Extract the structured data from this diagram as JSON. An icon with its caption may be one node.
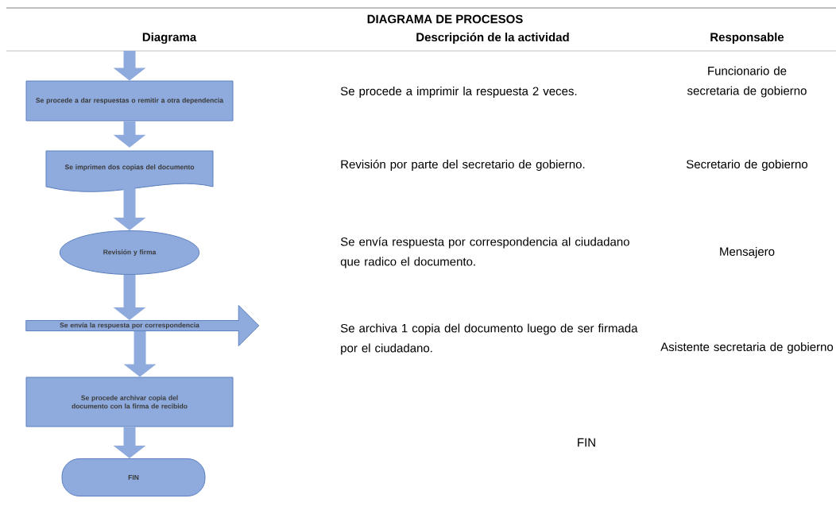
{
  "diagram": {
    "title": "DIAGRAMA DE PROCESOS",
    "nodes": [
      {
        "text": [
          "Se procede a dar respuestas o remitir a otra dependencia"
        ]
      },
      {
        "text": [
          "Se imprimen dos copias del documento"
        ]
      },
      {
        "text": [
          "Revisión y firma"
        ]
      },
      {
        "text": [
          "Se envía la respuesta por correspondencia"
        ]
      },
      {
        "text": [
          "Se procede archivar copia del documento con la firma de recibido"
        ]
      },
      {
        "text": [
          "FIN"
        ]
      }
    ],
    "edges": [
      {
        "from": null,
        "to": 0,
        "arrow": "to"
      },
      {
        "from": 0,
        "to": 1,
        "arrow": "to"
      },
      {
        "from": 1,
        "to": 2,
        "arrow": "to"
      },
      {
        "from": 2,
        "to": 3,
        "arrow": "to"
      },
      {
        "from": 3,
        "to": 4,
        "arrow": "to"
      },
      {
        "from": 4,
        "to": 5,
        "arrow": "to"
      }
    ],
    "labels": [
      "Diagrama",
      "Descripción de la actividad",
      "Responsable",
      "Se procede a imprimir la respuesta 2 veces.",
      "Funcionario de secretaria de gobierno",
      "Revisión por parte del secretario de gobierno.",
      "Secretario de gobierno",
      "Se envía respuesta por correspondencia al ciudadano que radico el documento.",
      "Mensajero",
      "Se archiva 1 copia del documento luego de ser firmada por el ciudadano.",
      "Asistente secretaria de gobierno",
      "FIN"
    ]
  }
}
